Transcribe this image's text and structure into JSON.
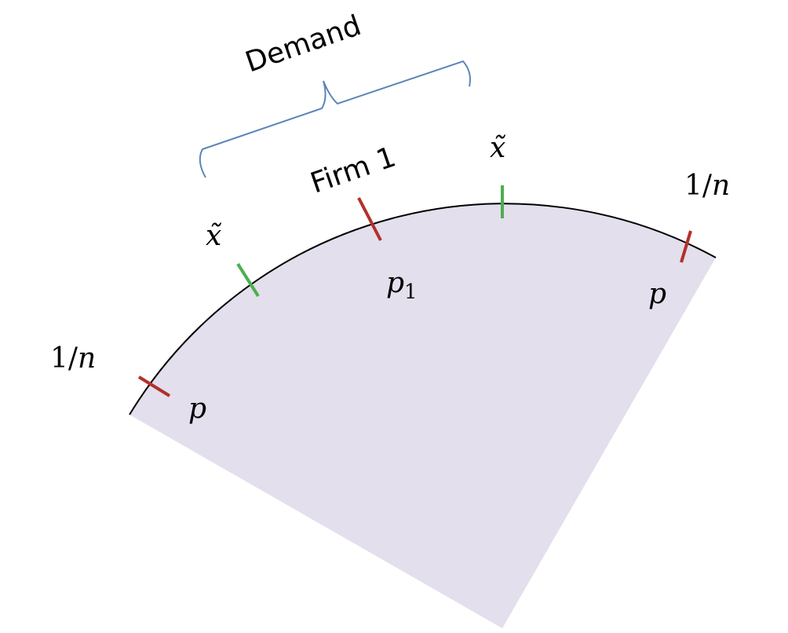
{
  "colors": {
    "sector_fill": "#e3dfec",
    "arc_stroke": "#000000",
    "firm_tick": "#b3302a",
    "indifferent_tick": "#4caf50",
    "brace": "#5b86b8"
  },
  "labels": {
    "demand": "Demand",
    "firm1": "Firm 1",
    "x_tilde": "x̃",
    "one_over_n": "1/n",
    "one": "1/",
    "n": "n",
    "p": "p",
    "p1_base": "p",
    "p1_sub": "1"
  }
}
